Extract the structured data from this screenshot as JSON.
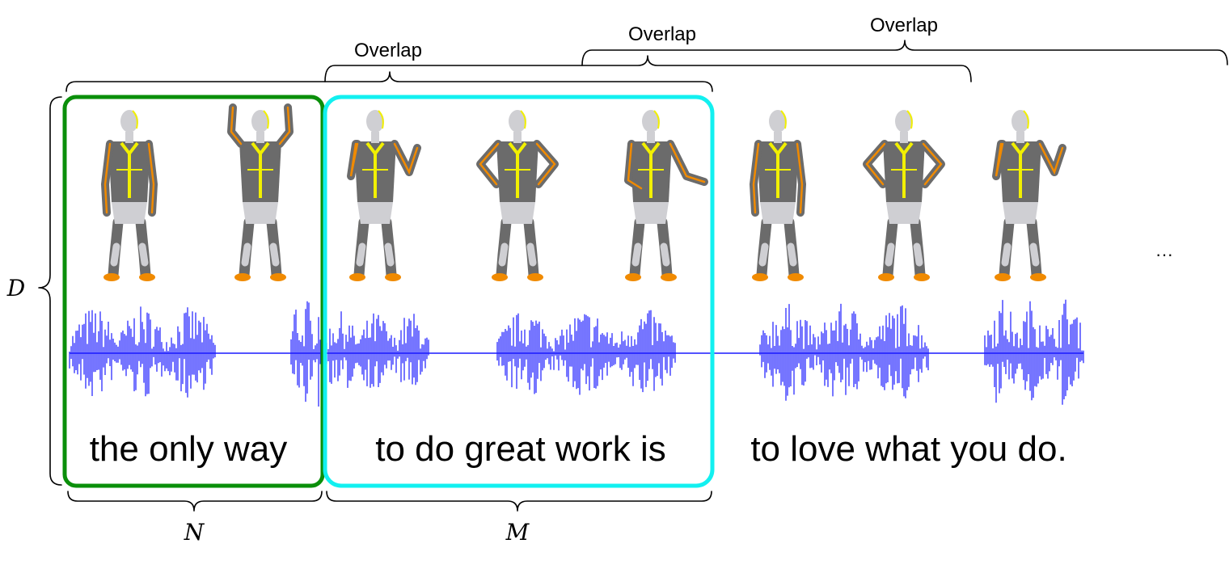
{
  "overlap_labels": [
    "Overlap",
    "Overlap",
    "Overlap"
  ],
  "phrases": [
    "the only way",
    "to do great work is",
    "to love what you do."
  ],
  "math_labels": {
    "depth": "D",
    "window_n": "N",
    "window_m": "M"
  },
  "ellipsis": "···",
  "colors": {
    "window_n_box": "#0a8f0a",
    "window_m_box": "#12f0f0",
    "waveform": "#1a1aff",
    "body_suit": "#6b6b6b",
    "body_light": "#cfcfd3",
    "body_accent": "#f08a00",
    "spine_line": "#f2f000"
  },
  "figures": [
    {
      "pose": "standing-arms-down",
      "icon": "avatar-figure"
    },
    {
      "pose": "hands-raised",
      "icon": "avatar-figure"
    },
    {
      "pose": "gesturing-one-hand",
      "icon": "avatar-figure"
    },
    {
      "pose": "hands-on-hips",
      "icon": "avatar-figure"
    },
    {
      "pose": "leaning-gesture",
      "icon": "avatar-figure"
    },
    {
      "pose": "standing-arms-down",
      "icon": "avatar-figure"
    },
    {
      "pose": "hands-on-hips",
      "icon": "avatar-figure"
    },
    {
      "pose": "gesturing-one-hand",
      "icon": "avatar-figure"
    }
  ]
}
